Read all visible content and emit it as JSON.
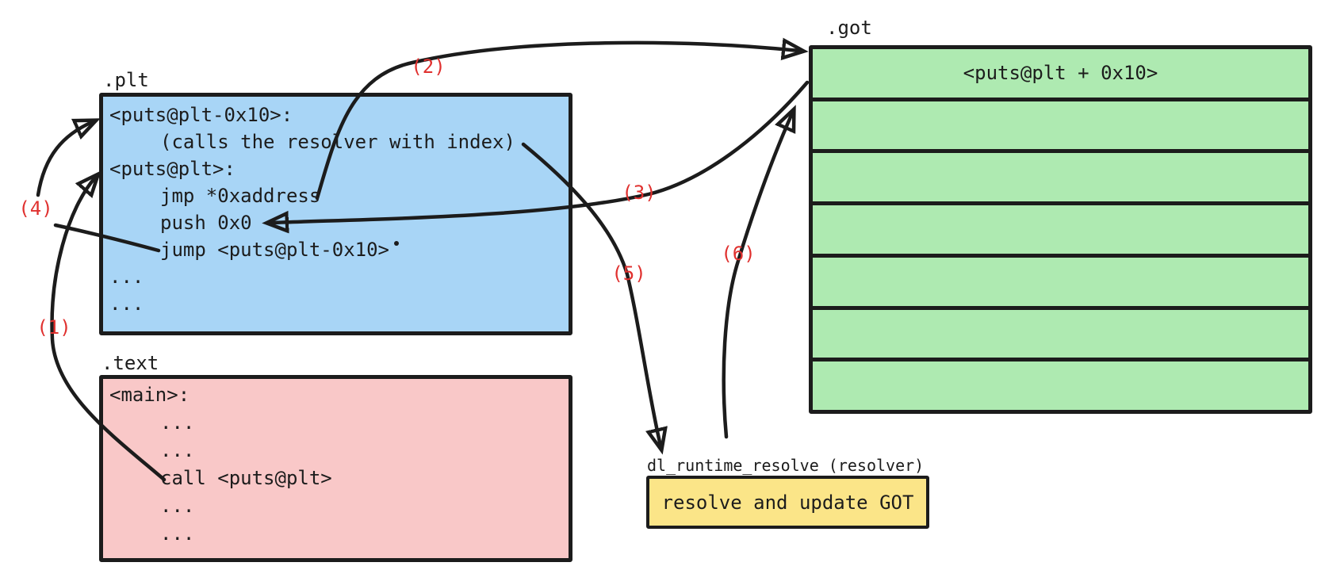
{
  "plt": {
    "label": ".plt",
    "lines": [
      {
        "text": "<puts@plt-0x10>:",
        "indent": false
      },
      {
        "text": "(calls the resolver with index)",
        "indent": true
      },
      {
        "text": "<puts@plt>:",
        "indent": false
      },
      {
        "text": "jmp *0xaddress",
        "indent": true
      },
      {
        "text": "push 0x0",
        "indent": true
      },
      {
        "text": "jump <puts@plt-0x10>",
        "indent": true,
        "dot": true
      },
      {
        "text": "...",
        "indent": false
      },
      {
        "text": "...",
        "indent": false
      }
    ]
  },
  "text_section": {
    "label": ".text",
    "lines": [
      {
        "text": "<main>:",
        "indent": false
      },
      {
        "text": "...",
        "indent": true
      },
      {
        "text": "...",
        "indent": true
      },
      {
        "text": "call <puts@plt>",
        "indent": true
      },
      {
        "text": "...",
        "indent": true
      },
      {
        "text": "...",
        "indent": true
      }
    ]
  },
  "got": {
    "label": ".got",
    "rows": [
      "<puts@plt + 0x10>",
      "",
      "",
      "",
      "",
      "",
      ""
    ]
  },
  "resolver": {
    "label": "dl_runtime_resolve (resolver)",
    "box_text": "resolve and update GOT"
  },
  "steps": [
    "(1)",
    "(2)",
    "(3)",
    "(4)",
    "(5)",
    "(6)"
  ],
  "colors": {
    "plt_fill": "#a8d5f6",
    "text_fill": "#f9c8c8",
    "got_fill": "#aeeab1",
    "resolver_fill": "#fbe588",
    "step_label_color": "#e0312f",
    "line_color": "#1c1c1c"
  }
}
